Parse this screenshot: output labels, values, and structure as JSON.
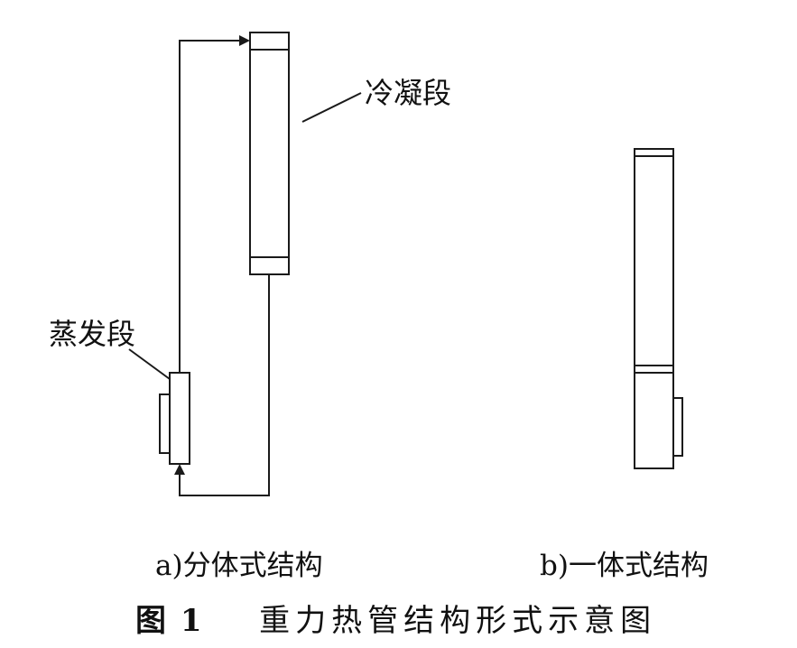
{
  "labels": {
    "condenser": "冷凝段",
    "evaporator": "蒸发段"
  },
  "subfigures": {
    "a": "a)分体式结构",
    "b": "b)一体式结构"
  },
  "caption": {
    "number": "图 1",
    "text": "重力热管结构形式示意图"
  },
  "colors": {
    "line": "#1a1a1a",
    "background": "#ffffff"
  }
}
